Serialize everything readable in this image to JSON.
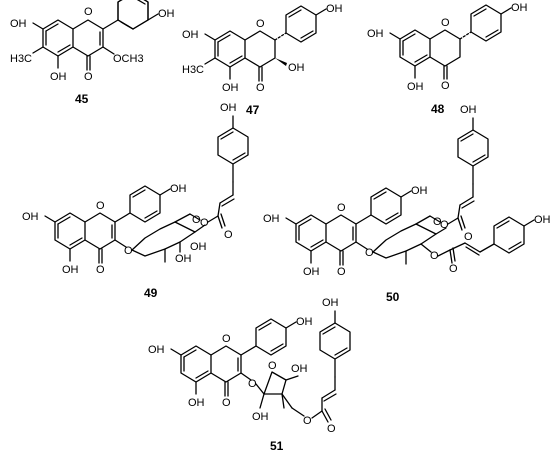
{
  "compounds": [
    {
      "id": "45",
      "label": "45",
      "atoms": {
        "oh1": "OH",
        "oh2": "OH",
        "oh3": "OH",
        "o_ring": "O",
        "o_keto": "O",
        "ome": "OCH3",
        "me": "H3C"
      }
    },
    {
      "id": "47",
      "label": "47",
      "atoms": {
        "oh1": "OH",
        "oh2": "OH",
        "oh3": "OH",
        "oh4": "OH",
        "o_ring": "O",
        "o_keto": "O",
        "me": "H3C"
      }
    },
    {
      "id": "48",
      "label": "48",
      "atoms": {
        "oh1": "OH",
        "oh2": "OH",
        "oh3": "OH",
        "o_ring": "O",
        "o_keto": "O"
      }
    },
    {
      "id": "49",
      "label": "49",
      "atoms": {
        "oh_top": "OH",
        "oh_phenyl": "OH",
        "oh_a7": "OH",
        "oh_a5": "OH",
        "oh_sugar1": "OH",
        "oh_sugar2": "OH",
        "o_ring": "O",
        "o_keto": "O",
        "o_glyc": "O",
        "o_sugar": "O",
        "o_ester": "O",
        "o_carbonyl": "O"
      }
    },
    {
      "id": "50",
      "label": "50",
      "atoms": {
        "oh_top": "OH",
        "oh_phenyl": "OH",
        "oh_a7": "OH",
        "oh_a5": "OH",
        "oh_right": "OH",
        "o_ring": "O",
        "o_keto": "O",
        "o_glyc": "O",
        "o_sugar": "O",
        "o_ester1": "O",
        "o_carbonyl1": "O",
        "o_ester2": "O",
        "o_carbonyl2": "O"
      }
    },
    {
      "id": "51",
      "label": "51",
      "atoms": {
        "oh_top": "OH",
        "oh_phenyl": "OH",
        "oh_a7": "OH",
        "oh_a5": "OH",
        "oh_sugar1": "OH",
        "oh_sugar2": "OH",
        "o_ring": "O",
        "o_keto": "O",
        "o_glyc": "O",
        "o_sugar": "O",
        "o_ester": "O",
        "o_carbonyl": "O"
      }
    }
  ]
}
